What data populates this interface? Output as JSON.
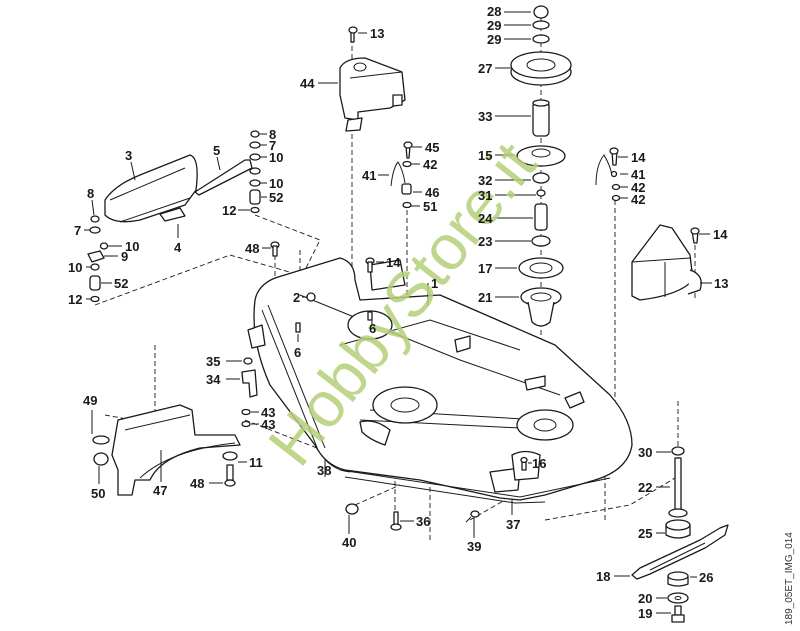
{
  "diagram": {
    "title": "Mower deck exploded parts diagram",
    "watermark": "HobbyStore.it",
    "watermark_color": "#b5cf7a",
    "image_id": "189_05ET_IMG_014",
    "callouts": [
      {
        "id": "c28",
        "text": "28"
      },
      {
        "id": "c29a",
        "text": "29"
      },
      {
        "id": "c29b",
        "text": "29"
      },
      {
        "id": "c27",
        "text": "27"
      },
      {
        "id": "c33",
        "text": "33"
      },
      {
        "id": "c15",
        "text": "15"
      },
      {
        "id": "c32",
        "text": "32"
      },
      {
        "id": "c31",
        "text": "31"
      },
      {
        "id": "c24",
        "text": "24"
      },
      {
        "id": "c23",
        "text": "23"
      },
      {
        "id": "c17",
        "text": "17"
      },
      {
        "id": "c21",
        "text": "21"
      },
      {
        "id": "c14a",
        "text": "14"
      },
      {
        "id": "c41a",
        "text": "41"
      },
      {
        "id": "c42a",
        "text": "42"
      },
      {
        "id": "c42b",
        "text": "42"
      },
      {
        "id": "c14b",
        "text": "14"
      },
      {
        "id": "c13a",
        "text": "13"
      },
      {
        "id": "c13b",
        "text": "13"
      },
      {
        "id": "c44",
        "text": "44"
      },
      {
        "id": "c45",
        "text": "45"
      },
      {
        "id": "c42c",
        "text": "42"
      },
      {
        "id": "c41b",
        "text": "41"
      },
      {
        "id": "c46",
        "text": "46"
      },
      {
        "id": "c51",
        "text": "51"
      },
      {
        "id": "c14c",
        "text": "14"
      },
      {
        "id": "c1",
        "text": "1"
      },
      {
        "id": "c3",
        "text": "3"
      },
      {
        "id": "c5",
        "text": "5"
      },
      {
        "id": "c8a",
        "text": "8"
      },
      {
        "id": "c7a",
        "text": "7"
      },
      {
        "id": "c10a",
        "text": "10"
      },
      {
        "id": "c10b",
        "text": "10"
      },
      {
        "id": "c52a",
        "text": "52"
      },
      {
        "id": "c12a",
        "text": "12"
      },
      {
        "id": "c8b",
        "text": "8"
      },
      {
        "id": "c7b",
        "text": "7"
      },
      {
        "id": "c10c",
        "text": "10"
      },
      {
        "id": "c9",
        "text": "9"
      },
      {
        "id": "c4",
        "text": "4"
      },
      {
        "id": "c10d",
        "text": "10"
      },
      {
        "id": "c52b",
        "text": "52"
      },
      {
        "id": "c12b",
        "text": "12"
      },
      {
        "id": "c48a",
        "text": "48"
      },
      {
        "id": "c2",
        "text": "2"
      },
      {
        "id": "c6a",
        "text": "6"
      },
      {
        "id": "c6b",
        "text": "6"
      },
      {
        "id": "c35",
        "text": "35"
      },
      {
        "id": "c34",
        "text": "34"
      },
      {
        "id": "c43a",
        "text": "43"
      },
      {
        "id": "c43b",
        "text": "43"
      },
      {
        "id": "c49",
        "text": "49"
      },
      {
        "id": "c50",
        "text": "50"
      },
      {
        "id": "c47",
        "text": "47"
      },
      {
        "id": "c11",
        "text": "11"
      },
      {
        "id": "c48b",
        "text": "48"
      },
      {
        "id": "c38",
        "text": "38"
      },
      {
        "id": "c16",
        "text": "16"
      },
      {
        "id": "c40",
        "text": "40"
      },
      {
        "id": "c36",
        "text": "36"
      },
      {
        "id": "c39",
        "text": "39"
      },
      {
        "id": "c37",
        "text": "37"
      },
      {
        "id": "c30",
        "text": "30"
      },
      {
        "id": "c22",
        "text": "22"
      },
      {
        "id": "c25",
        "text": "25"
      },
      {
        "id": "c18",
        "text": "18"
      },
      {
        "id": "c26",
        "text": "26"
      },
      {
        "id": "c20",
        "text": "20"
      },
      {
        "id": "c19",
        "text": "19"
      }
    ]
  }
}
